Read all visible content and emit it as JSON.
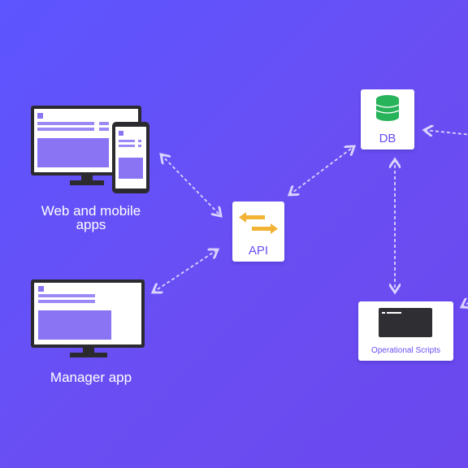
{
  "nodes": {
    "web_mobile": {
      "label_line1": "Web and mobile",
      "label_line2": "apps"
    },
    "manager": {
      "label": "Manager app"
    },
    "api": {
      "label": "API"
    },
    "db": {
      "label": "DB"
    },
    "ops": {
      "label": "Operational Scripts"
    }
  },
  "colors": {
    "background": "#6251f5",
    "card": "#ffffff",
    "accent_text": "#6a4ef3",
    "api_arrows": "#f2b233",
    "db_icon": "#27b35a",
    "terminal": "#2f2f33",
    "monitor_frame": "#2b2b2f",
    "screen_block": "#8b74f4",
    "screen_lines": "#9c89f7"
  },
  "icons": {
    "api": "swap-arrows-icon",
    "db": "database-icon",
    "ops": "terminal-icon",
    "web": "desktop-and-phone-icon",
    "manager": "desktop-icon"
  }
}
